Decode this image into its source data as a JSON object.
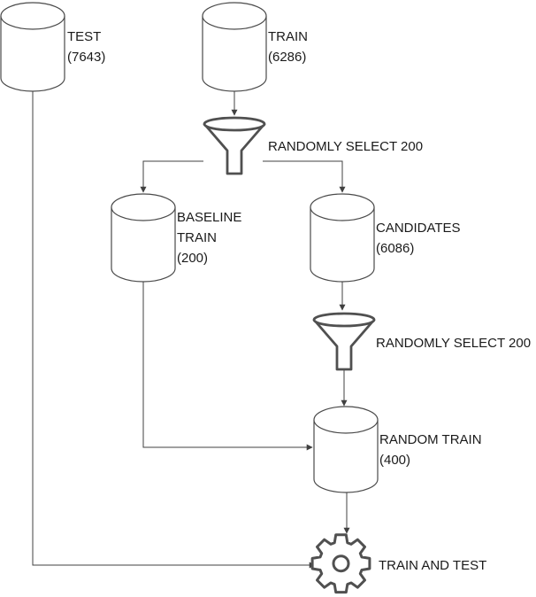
{
  "nodes": {
    "test": {
      "name": "TEST",
      "count": "(7643)"
    },
    "train": {
      "name": "TRAIN",
      "count": "(6286)"
    },
    "filter_1": {
      "label": "RANDOMLY SELECT 200"
    },
    "baseline_train": {
      "line1": "BASELINE",
      "line2": "TRAIN",
      "count": "(200)"
    },
    "candidates": {
      "name": "CANDIDATES",
      "count": "(6086)"
    },
    "filter_2": {
      "label": "RANDOMLY SELECT 200"
    },
    "random_train": {
      "name": "RANDOM TRAIN",
      "count": "(400)"
    },
    "train_and_test": {
      "label": "TRAIN AND TEST"
    }
  },
  "icons": {
    "database": "database-cylinder-icon",
    "filter": "funnel-icon",
    "process": "gear-icon"
  },
  "colors": {
    "stroke": "#4a4a4a",
    "text": "#1a1a1a",
    "background": "#ffffff"
  }
}
